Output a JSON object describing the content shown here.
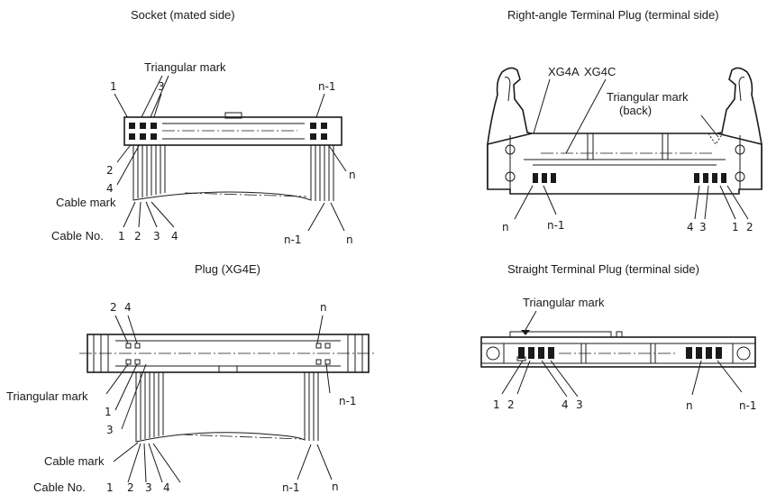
{
  "panels": {
    "socket": {
      "title": "Socket (mated side)",
      "triangular_mark": "Triangular mark",
      "pin_1": "1",
      "pin_3": "3",
      "pin_n_minus_1": "n-1",
      "pin_2": "2",
      "pin_4": "4",
      "pin_n": "n",
      "cable_mark": "Cable mark",
      "cable_no_label": "Cable No.",
      "cable_1": "1",
      "cable_2": "2",
      "cable_3": "3",
      "cable_4": "4",
      "cable_n_minus_1": "n-1",
      "cable_n": "n"
    },
    "right_angle": {
      "title": "Right-angle Terminal Plug (terminal side)",
      "model_a": "XG4A",
      "model_c": "XG4C",
      "triangular_mark": "Triangular mark",
      "back": "(back)",
      "pin_n": "n",
      "pin_n_minus_1": "n-1",
      "pin_4": "4",
      "pin_3": "3",
      "pin_1": "1",
      "pin_2": "2"
    },
    "plug": {
      "title": "Plug (XG4E)",
      "pin_2": "2",
      "pin_4": "4",
      "pin_n": "n",
      "triangular_mark": "Triangular mark",
      "pin_1": "1",
      "pin_3": "3",
      "pin_n_minus_1": "n-1",
      "cable_mark": "Cable mark",
      "cable_no_label": "Cable No.",
      "cable_1": "1",
      "cable_2": "2",
      "cable_3": "3",
      "cable_4": "4",
      "cable_n_minus_1": "n-1",
      "cable_n": "n"
    },
    "straight": {
      "title": "Straight Terminal Plug (terminal side)",
      "triangular_mark": "Triangular mark",
      "pin_1": "1",
      "pin_2": "2",
      "pin_4": "4",
      "pin_3": "3",
      "pin_n": "n",
      "pin_n_minus_1": "n-1"
    }
  }
}
